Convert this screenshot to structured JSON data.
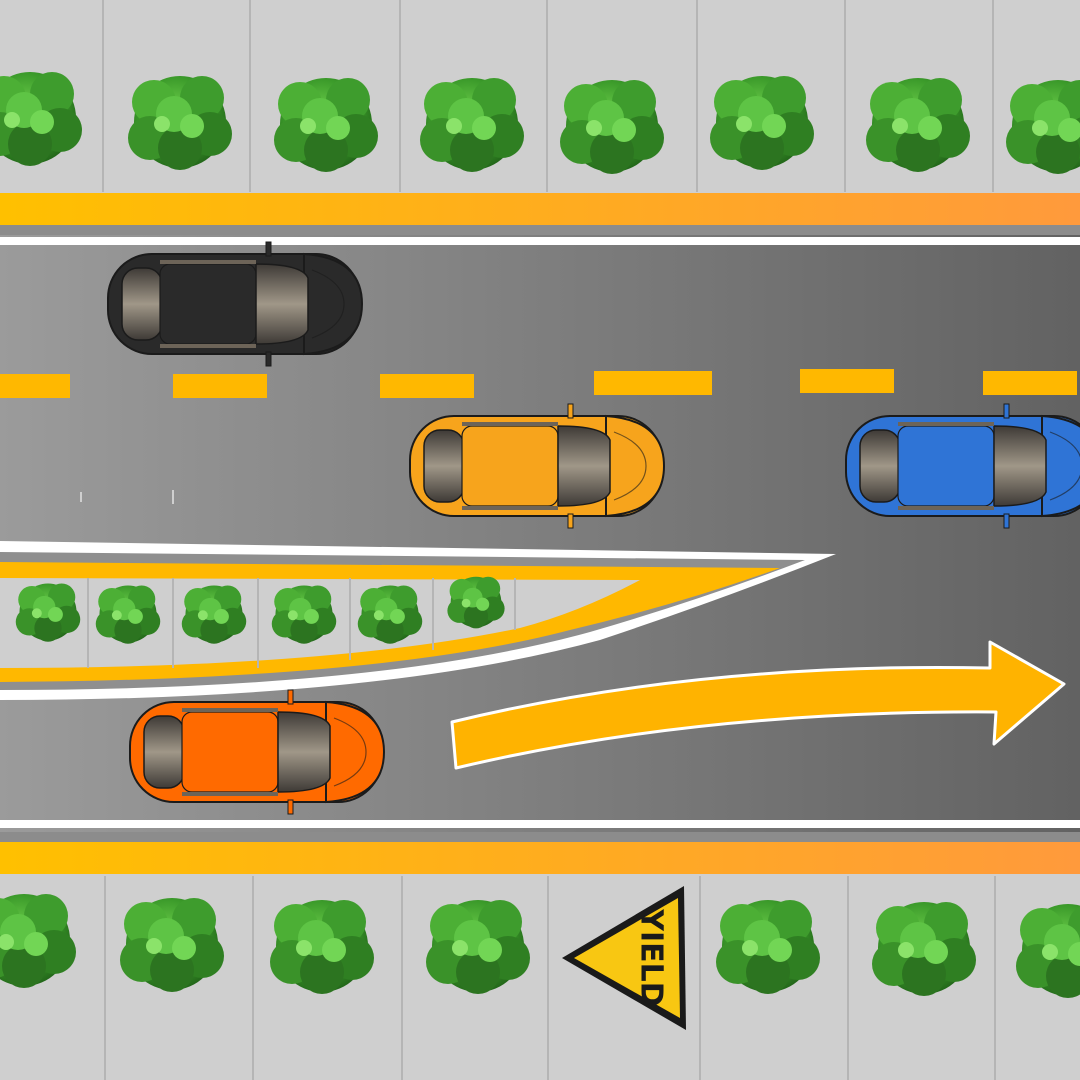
{
  "sign": {
    "text": "YIELD"
  },
  "colors": {
    "sidewalk": "#cfcfcf",
    "road_light": "#9a9a9a",
    "road_dark": "#666666",
    "curb_yellow": "#ffc000",
    "curb_orange": "#ff9a3c",
    "lane_dash": "#ffb800",
    "arrow": "#ffb300",
    "bush": "#3f9a2c",
    "sign_yellow": "#f8c712"
  },
  "vehicles": [
    {
      "name": "black-car",
      "color": "#2a2a2a",
      "lane": "top"
    },
    {
      "name": "amber-car",
      "color": "#f7a41c",
      "lane": "middle"
    },
    {
      "name": "blue-car",
      "color": "#2f74d6",
      "lane": "middle"
    },
    {
      "name": "orange-car",
      "color": "#ff6a00",
      "lane": "merge"
    }
  ]
}
